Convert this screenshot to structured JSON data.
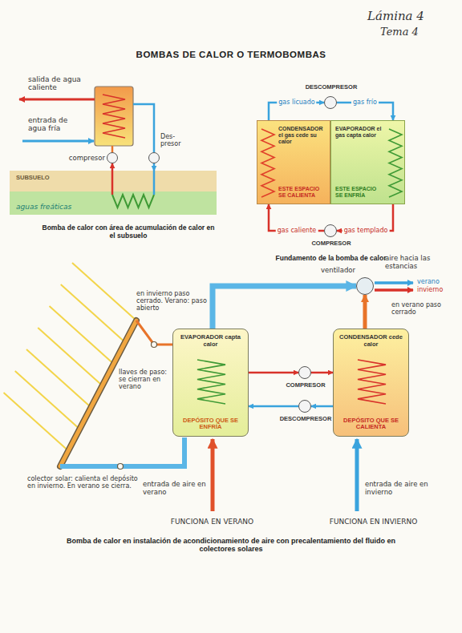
{
  "diagram": {
    "title": "BOMBAS DE CALOR O TERMOBOMBAS",
    "nodes": [
      {
        "text": [
          "compresor"
        ]
      },
      {
        "text": [
          "Des- presor"
        ]
      },
      {
        "text": [
          "SUBSUELO",
          "aguas freáticas"
        ]
      },
      {
        "text": [
          "DESCOMPRESOR"
        ]
      },
      {
        "text": [
          "CONDENSADOR el gas cede su calor",
          "ESTE ESPACIO SE CALIENTA"
        ]
      },
      {
        "text": [
          "EVAPORADOR el gas capta calor",
          "ESTE ESPACIO SE ENFRÍA"
        ]
      },
      {
        "text": [
          "COMPRESOR"
        ]
      },
      {
        "text": [
          "EVAPORADOR capta calor",
          "DEPÓSITO QUE SE ENFRÍA"
        ]
      },
      {
        "text": [
          "CONDENSADOR cede calor",
          "DEPÓSITO QUE SE CALIENTA"
        ]
      },
      {
        "text": [
          "COMPRESOR"
        ]
      },
      {
        "text": [
          "DESCOMPRESOR"
        ]
      },
      {
        "text": [
          "ventilador"
        ]
      }
    ],
    "edges": [
      {
        "from": 2,
        "to": 0,
        "arrow": "to"
      },
      {
        "from": 1,
        "to": 2,
        "arrow": "to"
      },
      {
        "from": 4,
        "to": 3,
        "label": "gas licuado",
        "arrow": "to"
      },
      {
        "from": 3,
        "to": 5,
        "label": "gas frío",
        "arrow": "to"
      },
      {
        "from": 5,
        "to": 6,
        "label": "gas templado",
        "arrow": "to"
      },
      {
        "from": 6,
        "to": 4,
        "label": "gas caliente",
        "arrow": "to"
      },
      {
        "from": 7,
        "to": 9,
        "arrow": "to"
      },
      {
        "from": 9,
        "to": 8,
        "arrow": "to"
      },
      {
        "from": 8,
        "to": 10,
        "arrow": "to"
      },
      {
        "from": 10,
        "to": 7,
        "arrow": "to"
      },
      {
        "from": 7,
        "to": 11,
        "arrow": "to"
      },
      {
        "from": 8,
        "to": 11,
        "arrow": "to"
      }
    ],
    "labels": [
      "Lámina 4",
      "Tema 4",
      "salida de agua caliente",
      "entrada de agua fría",
      "Bomba de calor con área de acumulación de calor en el subsuelo",
      "Fundamento de la bomba de calor",
      "en invierno paso cerrado. Verano: paso abierto",
      "aire hacia las estancias",
      "verano",
      "invierno",
      "en verano paso cerrado",
      "llaves de paso: se cierran en verano",
      "colector solar: calienta el depósito en invierno. En verano se cierra.",
      "entrada de aire en verano",
      "entrada de aire en invierno",
      "FUNCIONA EN VERANO",
      "FUNCIONA EN INVIERNO",
      "Bomba de calor en instalación de acondicionamiento de aire con precalentamiento del fluido en colectores solares"
    ]
  }
}
